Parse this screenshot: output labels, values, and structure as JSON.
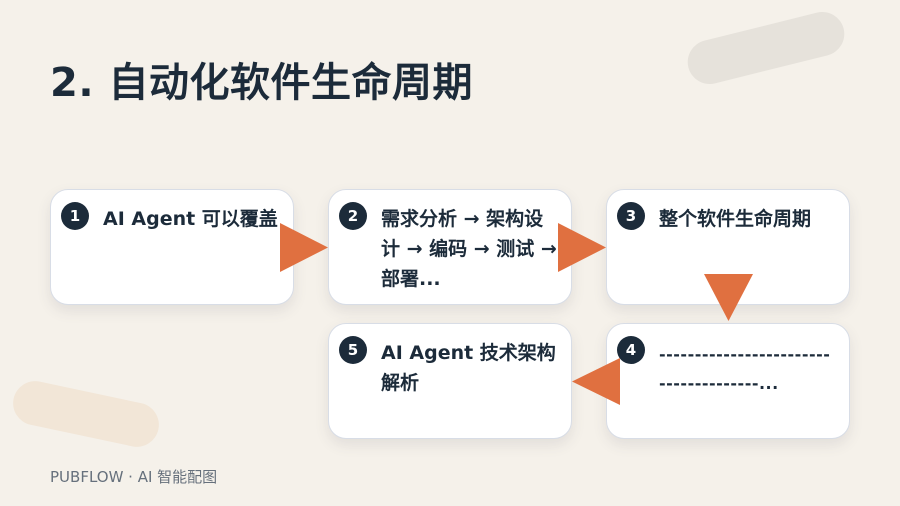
{
  "title": "2. 自动化软件生命周期",
  "steps": [
    {
      "number": "1",
      "text": "AI Agent 可以覆盖"
    },
    {
      "number": "2",
      "text": "需求分析 → 架构设计 → 编码 → 测试 → 部署..."
    },
    {
      "number": "3",
      "text": "整个软件生命周期"
    },
    {
      "number": "4",
      "text": "--------------------------------------..."
    },
    {
      "number": "5",
      "text": "AI Agent 技术架构解析"
    }
  ],
  "footer": "PUBFLOW · AI 智能配图",
  "colors": {
    "background": "#f5f1ea",
    "arrow": "#e07040",
    "badge": "#1c2b3a",
    "card": "#ffffff",
    "text": "#1c2b3a"
  }
}
